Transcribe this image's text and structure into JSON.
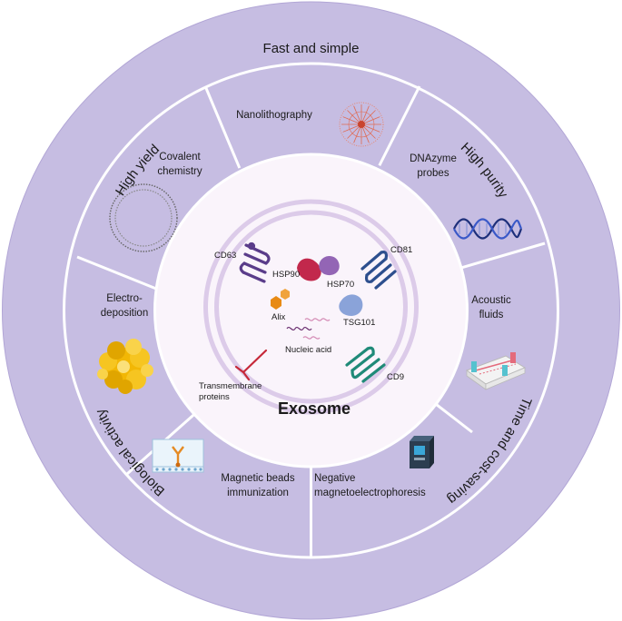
{
  "outer_ring": {
    "fast_simple": "Fast and simple",
    "high_yield": "High yield",
    "high_purity": "High purity",
    "time_cost": "Time and cost-saving",
    "biological": "Biological activity"
  },
  "segments": {
    "nanolithography": "Nanolithography",
    "covalent_line1": "Covalent",
    "covalent_line2": "chemistry",
    "dnazyme_line1": "DNAzyme",
    "dnazyme_line2": "probes",
    "acoustic_line1": "Acoustic",
    "acoustic_line2": "fluids",
    "electro_line1": "Electro-",
    "electro_line2": "deposition",
    "magnetic_line1": "Magnetic beads",
    "magnetic_line2": "immunization",
    "negative_line1": "Negative",
    "negative_line2": "magnetoelectrophoresis"
  },
  "center": {
    "title": "Exosome",
    "cd63": "CD63",
    "cd81": "CD81",
    "cd9": "CD9",
    "hsp90": "HSP90",
    "hsp70": "HSP70",
    "alix": "Alix",
    "tsg101": "TSG101",
    "nucleic": "Nucleic acid",
    "transmembrane_line1": "Transmembrane",
    "transmembrane_line2": "proteins"
  },
  "colors": {
    "outer_ring": "#c6bde2",
    "segment_ring": "#c6bde2",
    "divider": "#ffffff",
    "center_bg": "#faf4fb",
    "membrane": "#d8c8e8"
  },
  "icons": [
    "sphere-icon",
    "starburst-icon",
    "dna-helix-icon",
    "microfluidic-chip-icon",
    "gold-cluster-icon",
    "magnetic-bead-icon",
    "instrument-icon"
  ]
}
